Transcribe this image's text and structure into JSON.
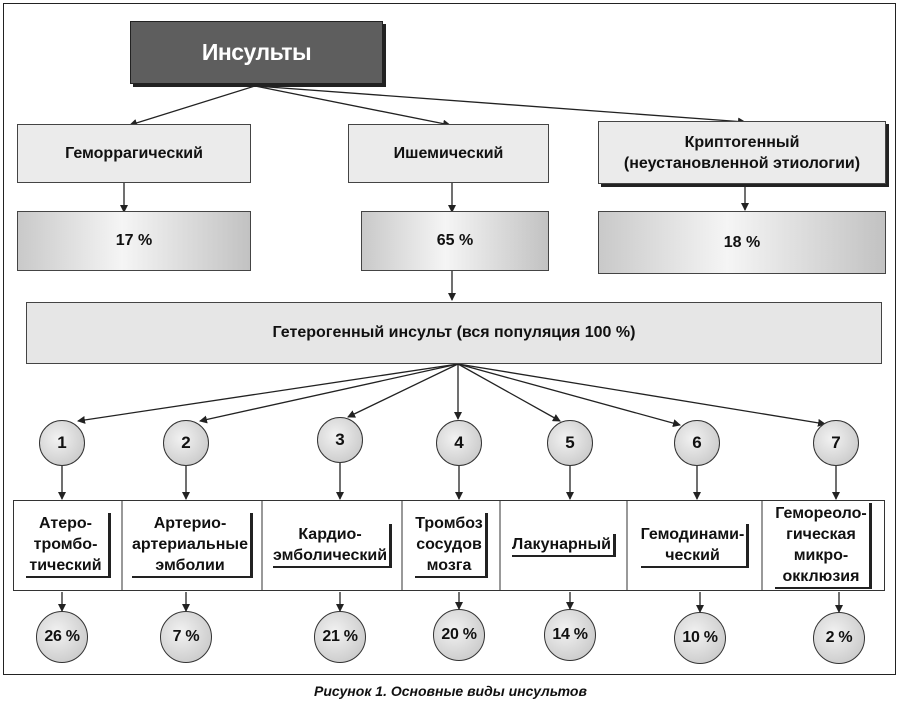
{
  "root": "Инсульты",
  "categories": [
    {
      "label": "Геморрагический",
      "percent": "17 %"
    },
    {
      "label": "Ишемический",
      "percent": "65 %"
    },
    {
      "label": "Криптогенный (неустановленной этиологии)",
      "percent": "18 %"
    }
  ],
  "heterogeneous": "Гетерогенный инсульт (вся популяция 100 %)",
  "subtypes": [
    {
      "num": "1",
      "label": "Атеро-тромбо-тический",
      "percent": "26 %"
    },
    {
      "num": "2",
      "label": "Артерио-артериальные эмболии",
      "percent": "7 %"
    },
    {
      "num": "3",
      "label": "Кардио-эмболический",
      "percent": "21 %"
    },
    {
      "num": "4",
      "label": "Тромбоз сосудов мозга",
      "percent": "20 %"
    },
    {
      "num": "5",
      "label": "Лакунарный",
      "percent": "14 %"
    },
    {
      "num": "6",
      "label": "Гемодинами-ческий",
      "percent": "10 %"
    },
    {
      "num": "7",
      "label": "Гемореологическая микро-окклюзия",
      "percent": "2 %"
    }
  ],
  "caption": "Рисунок 1. Основные виды инсультов"
}
